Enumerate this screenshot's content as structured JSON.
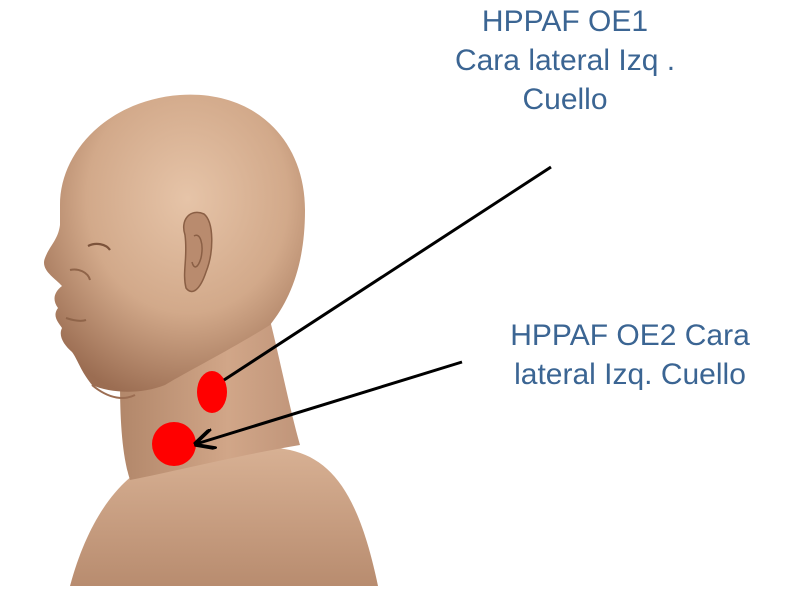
{
  "labels": {
    "oe1": {
      "lines": [
        "HPPAF OE1",
        "Cara lateral Izq .",
        "Cuello"
      ]
    },
    "oe2": {
      "lines": [
        "HPPAF OE2  Cara",
        "lateral Izq. Cuello"
      ]
    }
  },
  "colors": {
    "label_text": "#3b6593",
    "marker": "#ff0000",
    "arrow": "#000000",
    "skin_light": "#d9b496",
    "skin_mid": "#c29678",
    "skin_dark": "#8a5f45"
  },
  "icons": {
    "figure": "human-head-profile",
    "marker": "red-dot",
    "arrow": "arrow"
  }
}
